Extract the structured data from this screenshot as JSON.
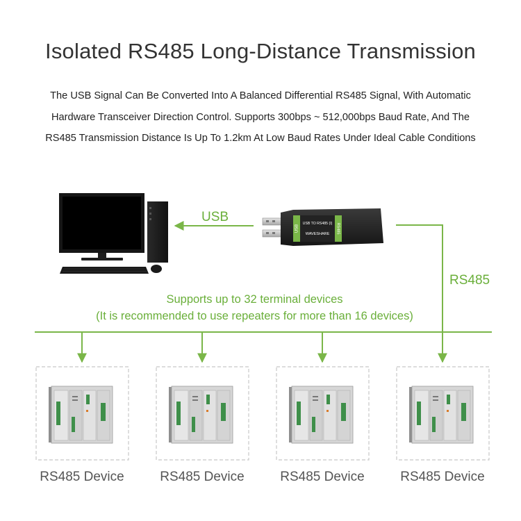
{
  "header": {
    "title": "Isolated RS485 Long-Distance Transmission",
    "subtitle_lines": [
      "The USB Signal Can Be Converted Into A Balanced Differential RS485 Signal, With Automatic",
      "Hardware Transceiver Direction Control. Supports 300bps ~ 512,000bps Baud Rate, And The",
      "RS485 Transmission Distance Is Up To 1.2km At Low Baud Rates Under Ideal Cable Conditions"
    ]
  },
  "labels": {
    "usb": "USB",
    "rs485": "RS485",
    "bus_line1": "Supports up to 32 terminal devices",
    "bus_line2": "(It is recommended to use repeaters for more than 16 devices)"
  },
  "adapter": {
    "body_text": "USB TO RS485 (I)",
    "brand": "WAVESHARE",
    "left_tag": "USB",
    "right_tag": "RS485"
  },
  "devices": [
    {
      "label": "RS485 Device"
    },
    {
      "label": "RS485 Device"
    },
    {
      "label": "RS485 Device"
    },
    {
      "label": "RS485 Device"
    }
  ],
  "colors": {
    "accent": "#7ab648",
    "text": "#333333"
  }
}
